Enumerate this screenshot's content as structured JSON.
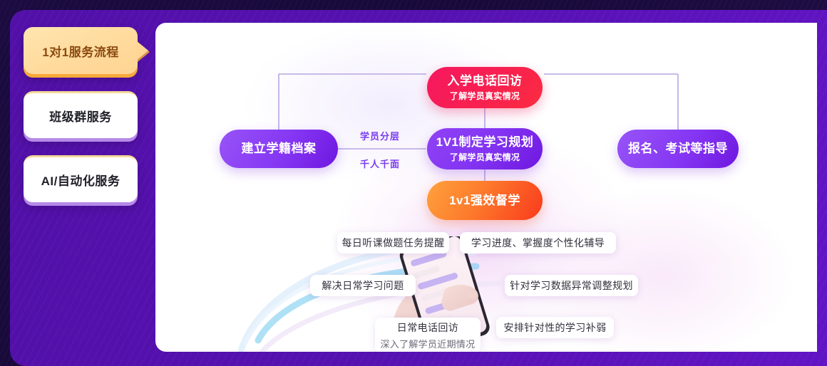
{
  "sidebar": {
    "tabs": [
      {
        "label": "1对1服务流程",
        "active": true
      },
      {
        "label": "班级群服务",
        "active": false
      },
      {
        "label": "AI/自动化服务",
        "active": false
      }
    ]
  },
  "flow": {
    "nodes": {
      "intake": {
        "title": "入学电话回访",
        "subtitle": "了解学员真实情况",
        "color": "#f5185f"
      },
      "plan": {
        "title": "1V1制定学习规划",
        "subtitle": "了解学员真实情况",
        "color": "#8334f2"
      },
      "tutor": {
        "title": "1v1强效督学",
        "subtitle": "",
        "color": "#fd7a2c"
      },
      "archive": {
        "title": "建立学籍档案",
        "subtitle": "",
        "color": "#8536f3"
      },
      "exam": {
        "title": "报名、考试等指导",
        "subtitle": "",
        "color": "#8536f3"
      }
    },
    "branch_labels": {
      "upper": "学员分层",
      "lower": "千人千面"
    },
    "connector_color": "#b7a6e2"
  },
  "callouts": {
    "daily_task": {
      "title": "每日听课做题任务提醒",
      "subtitle": ""
    },
    "progress": {
      "title": "学习进度、掌握度个性化辅导",
      "subtitle": ""
    },
    "solve": {
      "title": "解决日常学习问题",
      "subtitle": ""
    },
    "adjust": {
      "title": "针对学习数据异常调整规划",
      "subtitle": ""
    },
    "arrange": {
      "title": "安排针对性的学习补弱",
      "subtitle": ""
    },
    "callback": {
      "title": "日常电话回访",
      "subtitle": "深入了解学员近期情况"
    }
  },
  "theme": {
    "panel_purple": "#5511b0",
    "background": "#1b0b40",
    "active_tab_gold": "#ffdca0",
    "accent_purple": "#7b3cf0"
  }
}
